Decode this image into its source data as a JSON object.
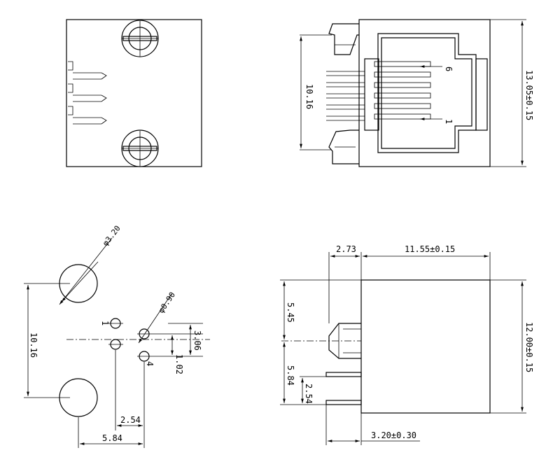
{
  "drawing": {
    "view_top_right": {
      "height_dim": "13.05±0.15",
      "pitch_dim": "10.16",
      "pin_first": "1",
      "pin_last": "6"
    },
    "view_bottom_left": {
      "big_hole_dia": "φ3.20",
      "small_hole_dia": "φ0.90",
      "hole_pitch_v": "10.16",
      "pin_pitch_h": "2.54",
      "pin_span_h": "5.84",
      "pin_offset_v1": "3.06",
      "pin_offset_v2": "1.02",
      "pin_label_1": "1",
      "pin_label_4": "4"
    },
    "view_bottom_right": {
      "latch_dim": "2.73",
      "length_dim": "11.55±0.15",
      "height_dim": "12.00±0.15",
      "upper_dim": "5.45",
      "lower_dim": "5.84",
      "pin_pitch": "2.54",
      "pin_len": "3.20±0.30"
    }
  }
}
